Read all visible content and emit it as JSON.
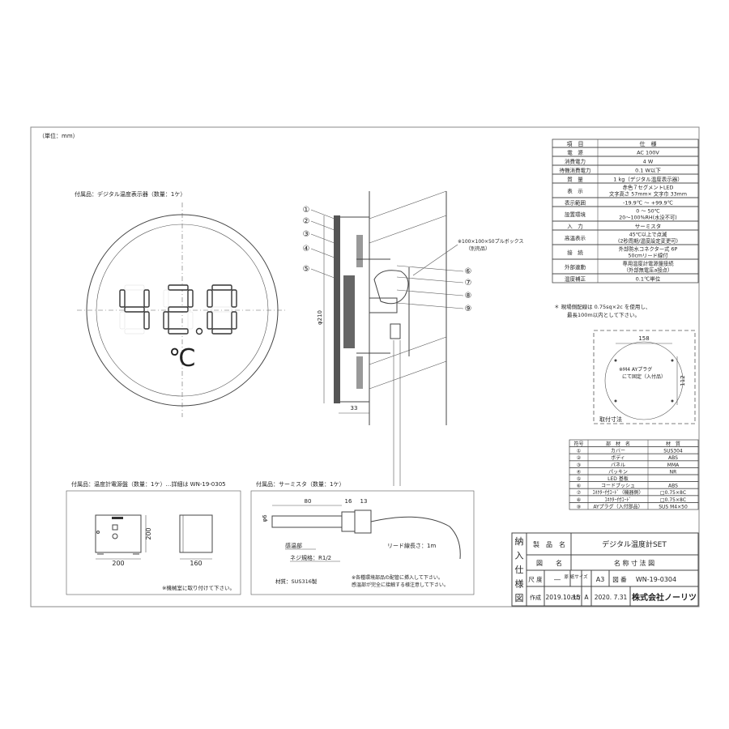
{
  "unit_note": "（単位：mm）",
  "display": {
    "caption": "付属品：デジタル温度表示器（数量：1ケ）",
    "reading": "42.0",
    "unit": "℃",
    "diameter": "φ210",
    "depth": "33",
    "callouts": [
      "①",
      "②",
      "③",
      "④",
      "⑤",
      "⑥",
      "⑦",
      "⑧",
      "⑨"
    ],
    "pullbox_note": "※100×100×50プルボックス",
    "pullbox_sub": "（別売品）"
  },
  "spec_table": {
    "header": [
      "項　目",
      "仕　様"
    ],
    "rows": [
      [
        "電　源",
        "AC 100V"
      ],
      [
        "消費電力",
        "4 W"
      ],
      [
        "待機消費電力",
        "0.1 W以下"
      ],
      [
        "質　量",
        "1 kg（デジタル温度表示器）"
      ],
      [
        "表　示",
        "赤色７セグメントLED",
        "文字高さ 57mm× 文字巾 33mm"
      ],
      [
        "表示範囲",
        "-19.9℃ ～ +99.9℃"
      ],
      [
        "設置環境",
        "0 ～ 50℃",
        "20～100%RH(水没不可)"
      ],
      [
        "入　力",
        "サーミスタ"
      ],
      [
        "高温表示",
        "45℃以上で点滅",
        "(2秒周期/温度設定変更可)"
      ],
      [
        "接　続",
        "外部防水コネクター式 6P",
        "50cmリード線付"
      ],
      [
        "外部連動",
        "専用温度計電源盤接続",
        "（外部無電圧a接点）"
      ],
      [
        "温度補正",
        "0.1℃単位"
      ]
    ],
    "note1": "＊ 現場側配線は 0.75sq×2c を使用し、",
    "note2": "最長100m以内として下さい。"
  },
  "mount": {
    "dim_w": "158",
    "dim_h": "112",
    "note1": "※M4 AYプラグ",
    "note2": "にて固定（入付品）",
    "caption": "取付寸法"
  },
  "parts_table": {
    "header": [
      "符号",
      "部　材　名",
      "材　質"
    ],
    "rows": [
      [
        "①",
        "カバー",
        "SUS304"
      ],
      [
        "②",
        "ボディ",
        "ABS"
      ],
      [
        "③",
        "パネル",
        "MMA"
      ],
      [
        "④",
        "パッキン",
        "NR"
      ],
      [
        "⑤",
        "LED 基板",
        ""
      ],
      [
        "⑥",
        "コードブッシュ",
        "ABS"
      ],
      [
        "⑦",
        "ｺﾈｸﾀｰ付ｺｰﾄﾞ（機器側）",
        "□0.75×8C"
      ],
      [
        "⑧",
        "ｺﾈｸﾀｰ付ｺｰﾄﾞ",
        "□0.75×8C"
      ],
      [
        "⑨",
        "AYプラグ（入付部品）",
        "SUS M4×50"
      ]
    ]
  },
  "power_unit": {
    "caption": "付属品：温度計電源盤（数量：1ケ）…詳細は WN-19-0305",
    "dim_h": "200",
    "dim_w": "200",
    "dim_d": "160",
    "note": "※機械室に取り付けて下さい。"
  },
  "thermistor": {
    "caption": "付属品：サーミスタ（数量：1ケ）",
    "dim_dia": "φ6",
    "dim_len": "80",
    "dim_a": "16",
    "dim_b": "13",
    "sensor_label": "感温部",
    "thread_label": "ネジ規格：R1/2",
    "lead_label": "リード線長さ：1m",
    "material": "材質：SUS316製",
    "note1": "※各種環境部品の配管に挿入して下さい。",
    "note2": "感温部が完全に接触する様注意して下さい。"
  },
  "title_block": {
    "side_chars": [
      "納",
      "入",
      "仕",
      "様",
      "図"
    ],
    "product_label": "製　品　名",
    "product_value": "デジタル温度計SET",
    "drawing_label": "図　　名",
    "drawing_value": "名 称 寸 法 図",
    "scale_label": "尺 度",
    "scale_value": "―",
    "paper_label": "原 紙サイズ",
    "paper_value": "A3",
    "number_label": "図 番",
    "number_value": "WN-19-0304",
    "made_label": "作成",
    "made_date": "2019.10.15",
    "rev_label": "改訂",
    "rev_mark": "A",
    "rev_date": "2020. 7.31",
    "company": "株式会社ノーリツ"
  }
}
